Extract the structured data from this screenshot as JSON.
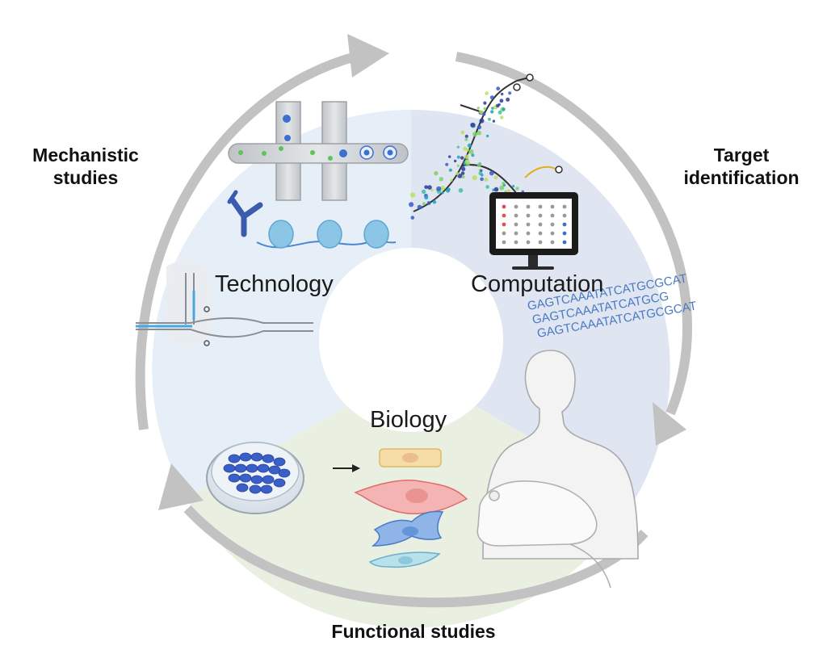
{
  "cycle_labels": {
    "mechanistic": [
      "Mechanistic",
      "studies"
    ],
    "target": [
      "Target",
      "identification"
    ],
    "functional": "Functional studies"
  },
  "sectors": {
    "technology": "Technology",
    "computation": "Computation",
    "biology": "Biology"
  },
  "dna_sequence_lines": [
    "GAGTCAAATATCATGCGCAT",
    "GAGTCAAATATCATGCG",
    "GAGTCAAATATCATGCGCAT"
  ],
  "colors": {
    "arrow": "#c2c2c2",
    "technology_sector": "#e6eff8",
    "computation_sector": "#dfe5f1",
    "biology_sector": "#e9f0e1",
    "accent_blue": "#3b6fd1",
    "dna_text": "#4a7ac4"
  }
}
